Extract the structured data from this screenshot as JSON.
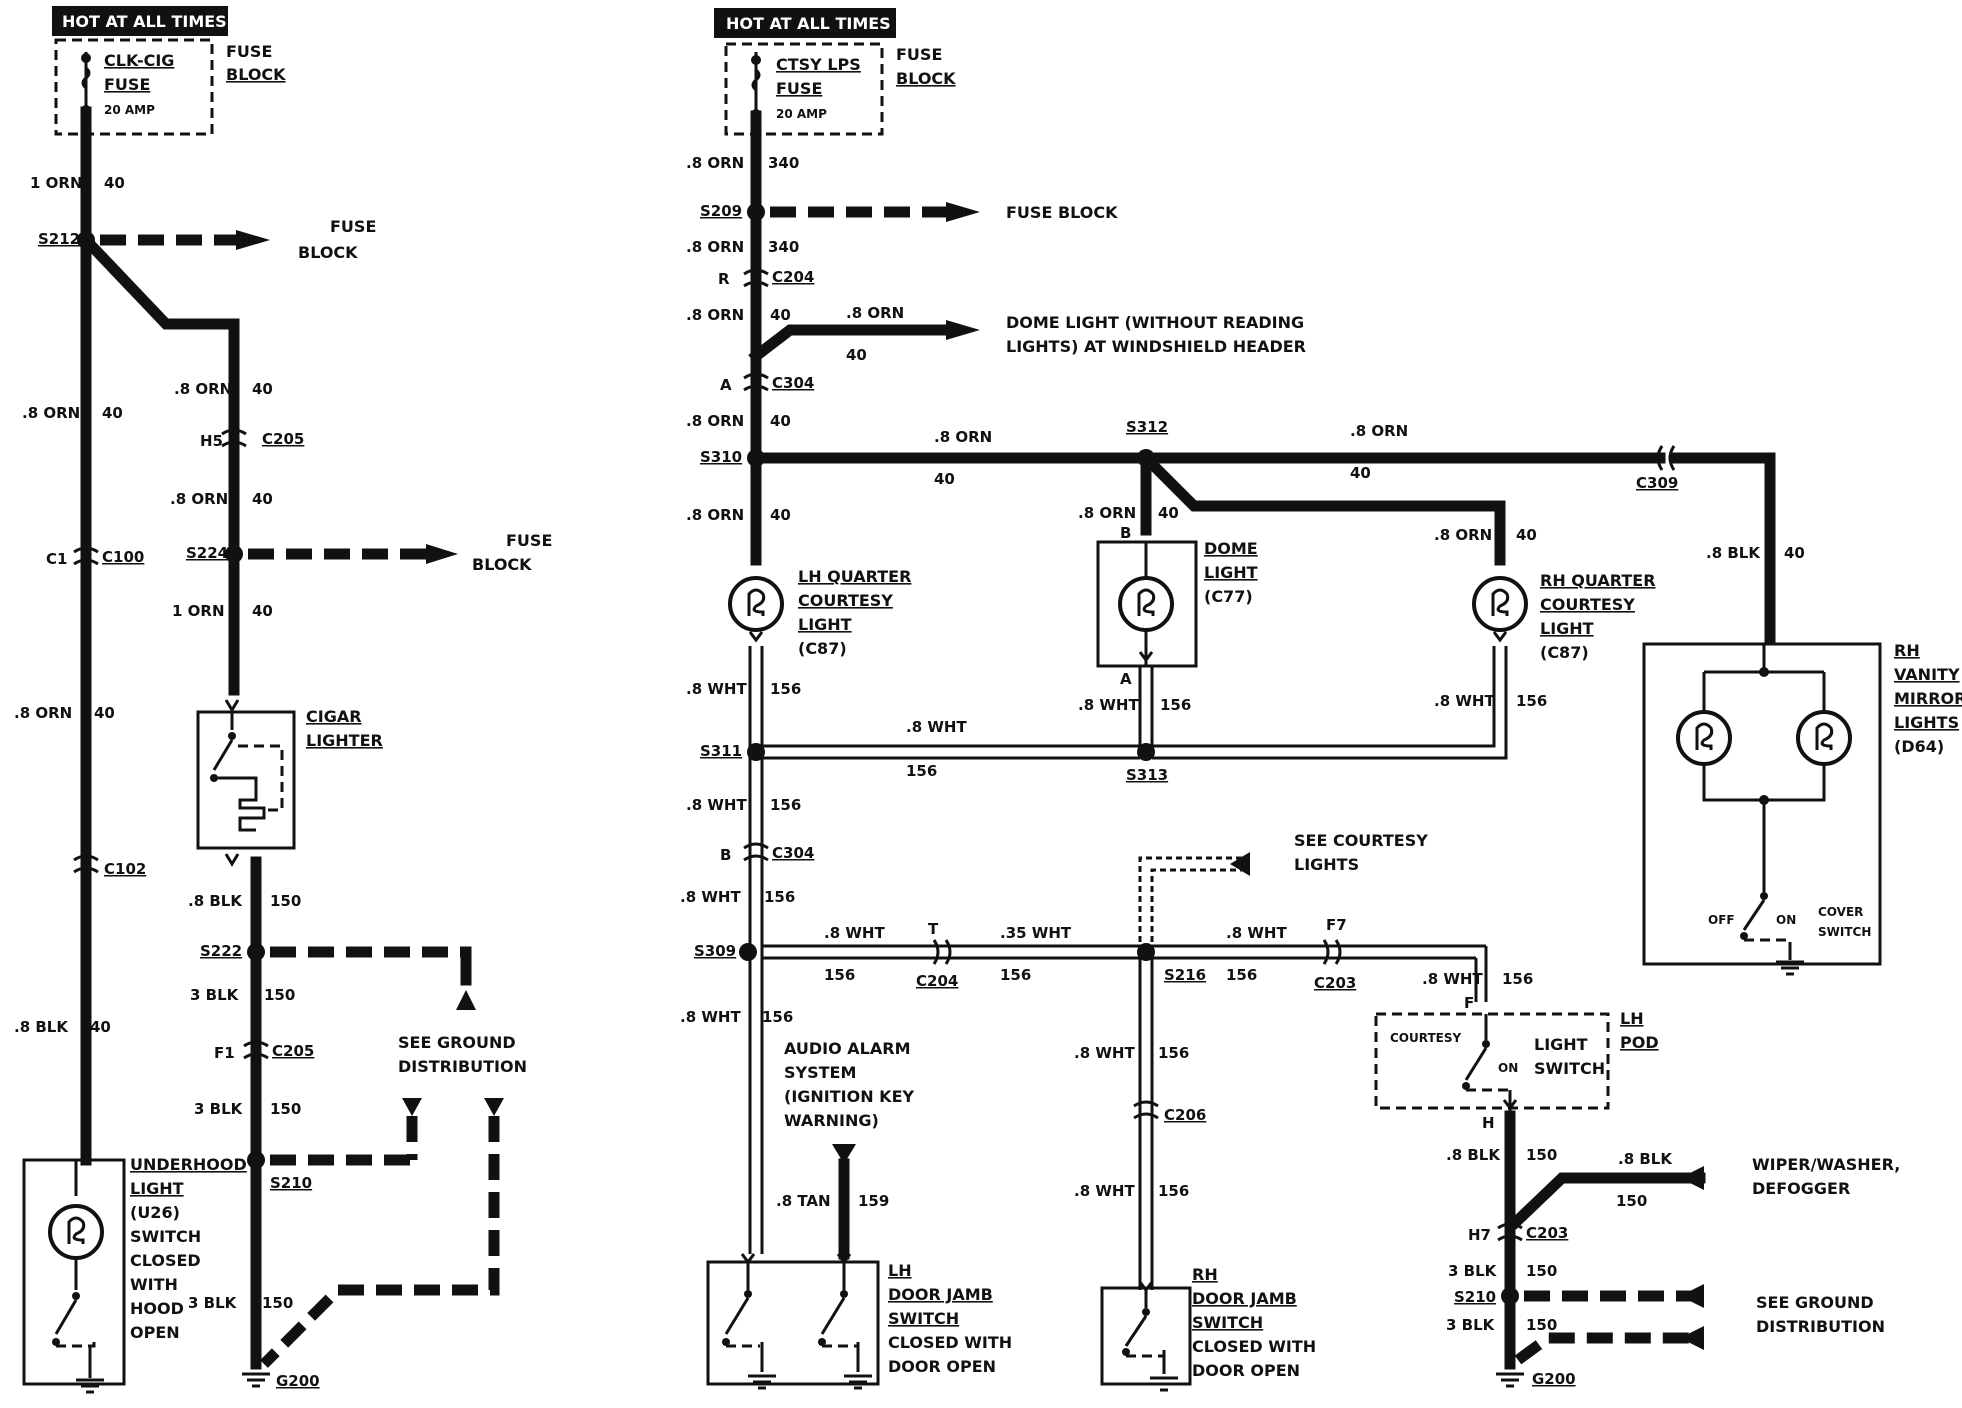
{
  "left": {
    "header": "HOT AT ALL TIMES",
    "fuse_name": "CLK-CIG",
    "fuse_word": "FUSE",
    "fuse_amp": "20 AMP",
    "fuse_block_1": "FUSE",
    "fuse_block_2": "BLOCK",
    "w_1orn_a": "1 ORN",
    "c40_a": "40",
    "s212": "S212",
    "fb2_1": "FUSE",
    "fb2_2": "BLOCK",
    "w_8orn_a": ".8 ORN",
    "c40_b": "40",
    "w_8orn_b": ".8 ORN",
    "c40_c": "40",
    "h5": "H5",
    "c205_a": "C205",
    "w_8orn_c": ".8 ORN",
    "c40_d": "40",
    "c1": "C1",
    "c100": "C100",
    "s224": "S224",
    "fb3_1": "FUSE",
    "fb3_2": "BLOCK",
    "w_1orn_b": "1 ORN",
    "c40_e": "40",
    "w_8orn_d": ".8 ORN",
    "c40_f": "40",
    "cigar_1": "CIGAR",
    "cigar_2": "LIGHTER",
    "c102": "C102",
    "w_8blk_a": ".8 BLK",
    "c150_a": "150",
    "s222": "S222",
    "w_3blk_a": "3 BLK",
    "c150_b": "150",
    "see_gnd_1": "SEE GROUND",
    "see_gnd_2": "DISTRIBUTION",
    "f1": "F1",
    "c205_b": "C205",
    "w_8blk_b": ".8 BLK",
    "c40_g": "40",
    "w_3blk_b": "3 BLK",
    "c150_c": "150",
    "s210": "S210",
    "uh_1": "UNDERHOOD",
    "uh_2": "LIGHT",
    "uh_3": "(U26)",
    "uh_4": "SWITCH",
    "uh_5": "CLOSED",
    "uh_6": "WITH",
    "uh_7": "HOOD",
    "uh_8": "OPEN",
    "w_3blk_c": "3 BLK",
    "c150_d": "150",
    "g200": "G200"
  },
  "right": {
    "header": "HOT AT ALL TIMES",
    "fuse_name": "CTSY LPS",
    "fuse_word": "FUSE",
    "fuse_amp": "20 AMP",
    "fuse_block_1": "FUSE",
    "fuse_block_2": "BLOCK",
    "w_a": ".8 ORN",
    "c_a": "340",
    "s209": "S209",
    "to_fuse_block": "FUSE BLOCK",
    "w_b": ".8 ORN",
    "c_b": "340",
    "r": "R",
    "c204_a": "C204",
    "w_c": ".8 ORN",
    "c_c": "40",
    "w_c2": ".8 ORN",
    "c_c2": "40",
    "dome_1": "DOME LIGHT (WITHOUT READING",
    "dome_2": "LIGHTS) AT WINDSHIELD HEADER",
    "a_conn": "A",
    "c304_a": "C304",
    "w_d": ".8 ORN",
    "c_d": "40",
    "s310": "S310",
    "w_e": ".8 ORN",
    "c_e": "40",
    "s312": "S312",
    "w_f": ".8 ORN",
    "c_f": "40",
    "c309": "C309",
    "w_g": ".8 ORN",
    "c_g": "40",
    "w_h": ".8 ORN",
    "c_h": "40",
    "b_dome": "B",
    "w_i": ".8 ORN",
    "c_i": "40",
    "w_j": ".8 BLK",
    "c_j": "40",
    "lhq_1": "LH QUARTER",
    "lhq_2": "COURTESY",
    "lhq_3": "LIGHT",
    "lhq_4": "(C87)",
    "dl_1": "DOME",
    "dl_2": "LIGHT",
    "dl_3": "(C77)",
    "rhq_1": "RH QUARTER",
    "rhq_2": "COURTESY",
    "rhq_3": "LIGHT",
    "rhq_4": "(C87)",
    "rhv_1": "RH",
    "rhv_2": "VANITY",
    "rhv_3": "MIRROR",
    "rhv_4": "LIGHTS",
    "rhv_5": "(D64)",
    "w_k": ".8 WHT",
    "c_k": "156",
    "a_dome": "A",
    "w_l": ".8 WHT",
    "c_l": "156",
    "w_m": ".8 WHT",
    "c_m": "156",
    "s311": "S311",
    "w_n": ".8 WHT",
    "c_n": "156",
    "s313": "S313",
    "w_o": ".8 WHT",
    "c_o": "156",
    "b_conn": "B",
    "c304_b": "C304",
    "w_p": ".8 WHT",
    "c_p": "156",
    "see_ct_1": "SEE COURTESY",
    "see_ct_2": "LIGHTS",
    "off": "OFF",
    "on": "ON",
    "cover_1": "COVER",
    "cover_2": "SWITCH",
    "s309": "S309",
    "w_q": ".8 WHT",
    "c_q": "156",
    "t_conn": "T",
    "c204_b": "C204",
    "w_r": ".35 WHT",
    "c_r": "156",
    "s216": "S216",
    "w_s": ".8 WHT",
    "c_s": "156",
    "f7": "F7",
    "c203_a": "C203",
    "w_t": ".8 WHT",
    "c_t": "156",
    "f_conn": "F",
    "w_u": ".8 WHT",
    "c_u": "156",
    "audio_1": "AUDIO ALARM",
    "audio_2": "SYSTEM",
    "audio_3": "(IGNITION KEY",
    "audio_4": "WARNING)",
    "courtesy": "COURTESY",
    "on2": "ON",
    "ls_1": "LIGHT",
    "ls_2": "SWITCH",
    "pod_1": "LH",
    "pod_2": "POD",
    "w_v": ".8 WHT",
    "c_v": "156",
    "c206": "C206",
    "h_conn": "H",
    "w_w": ".8 BLK",
    "c_w": "150",
    "w_x": ".8 BLK",
    "c_x": "150",
    "wiper_1": "WIPER/WASHER,",
    "wiper_2": "DEFOGGER",
    "w_y": ".8 TAN",
    "c_y": "159",
    "w_z": ".8 WHT",
    "c_z": "156",
    "h7": "H7",
    "c203_b": "C203",
    "w_aa": "3 BLK",
    "c_aa": "150",
    "s210": "S210",
    "see_gnd_1": "SEE GROUND",
    "see_gnd_2": "DISTRIBUTION",
    "w_bb": "3 BLK",
    "c_bb": "150",
    "lhdj_1": "LH",
    "lhdj_2": "DOOR JAMB",
    "lhdj_3": "SWITCH",
    "lhdj_4": "CLOSED WITH",
    "lhdj_5": "DOOR OPEN",
    "rhdj_1": "RH",
    "rhdj_2": "DOOR JAMB",
    "rhdj_3": "SWITCH",
    "rhdj_4": "CLOSED WITH",
    "rhdj_5": "DOOR OPEN",
    "g200": "G200"
  }
}
